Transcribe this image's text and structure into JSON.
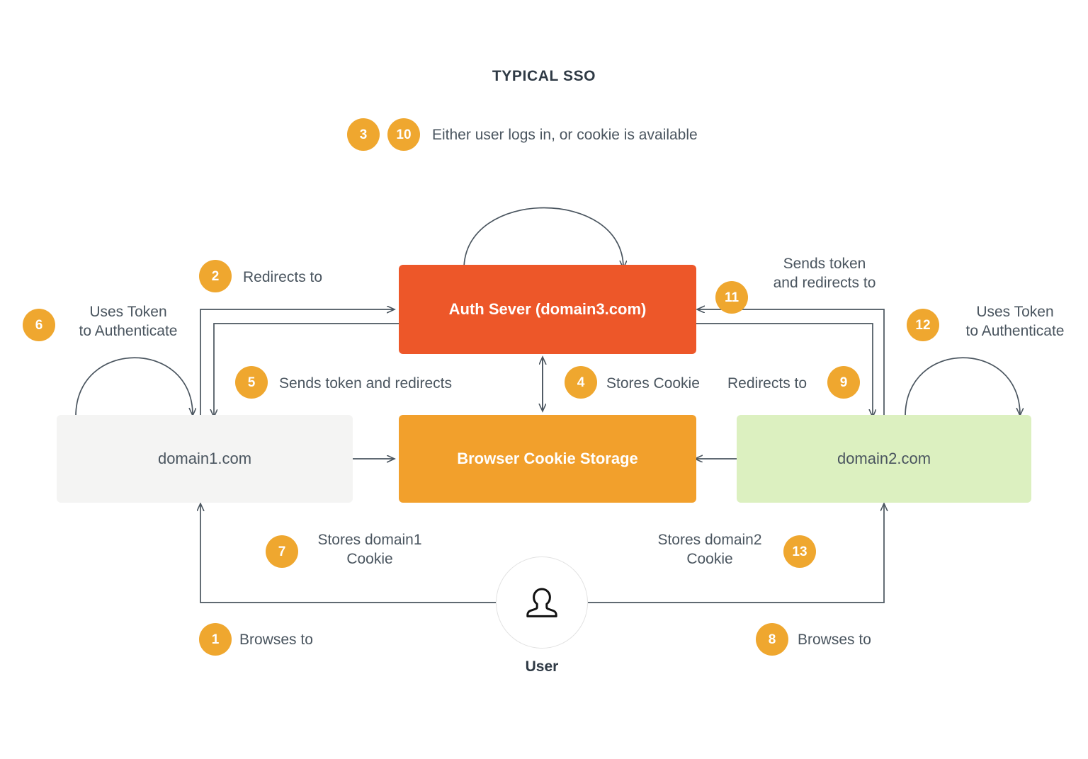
{
  "diagram": {
    "title": "TYPICAL SSO",
    "type": "flow-diagram",
    "accent_color": "#efa72f",
    "colors": {
      "badge": "#efa72f",
      "auth_server": "#ed5729",
      "cookie_storage": "#f2a02c",
      "domain1": "#f4f4f3",
      "domain2": "#dcf0c0",
      "edge": "#4a555f",
      "text": "#4a555f"
    }
  },
  "legend": {
    "badges": [
      "3",
      "10"
    ],
    "text": "Either user logs in, or cookie is available"
  },
  "nodes": [
    {
      "id": "auth",
      "label": "Auth Sever (domain3.com)"
    },
    {
      "id": "cookie",
      "label": "Browser Cookie Storage"
    },
    {
      "id": "domain1",
      "label": "domain1.com"
    },
    {
      "id": "domain2",
      "label": "domain2.com"
    },
    {
      "id": "user",
      "label": "User",
      "icon": "user-icon"
    }
  ],
  "steps": [
    {
      "num": "1",
      "label": "Browses to"
    },
    {
      "num": "2",
      "label": "Redirects to"
    },
    {
      "num": "3",
      "label": "Either user logs in, or cookie is available"
    },
    {
      "num": "4",
      "label": "Stores Cookie"
    },
    {
      "num": "5",
      "label": "Sends token and redirects"
    },
    {
      "num": "6",
      "label": "Uses Token\nto Authenticate"
    },
    {
      "num": "7",
      "label": "Stores domain1\nCookie"
    },
    {
      "num": "8",
      "label": "Browses to"
    },
    {
      "num": "9",
      "label": "Redirects to"
    },
    {
      "num": "10",
      "label": "Either user logs in, or cookie is available"
    },
    {
      "num": "11",
      "label": "Sends token\nand redirects to"
    },
    {
      "num": "12",
      "label": "Uses Token\nto Authenticate"
    },
    {
      "num": "13",
      "label": "Stores domain2\nCookie"
    }
  ]
}
